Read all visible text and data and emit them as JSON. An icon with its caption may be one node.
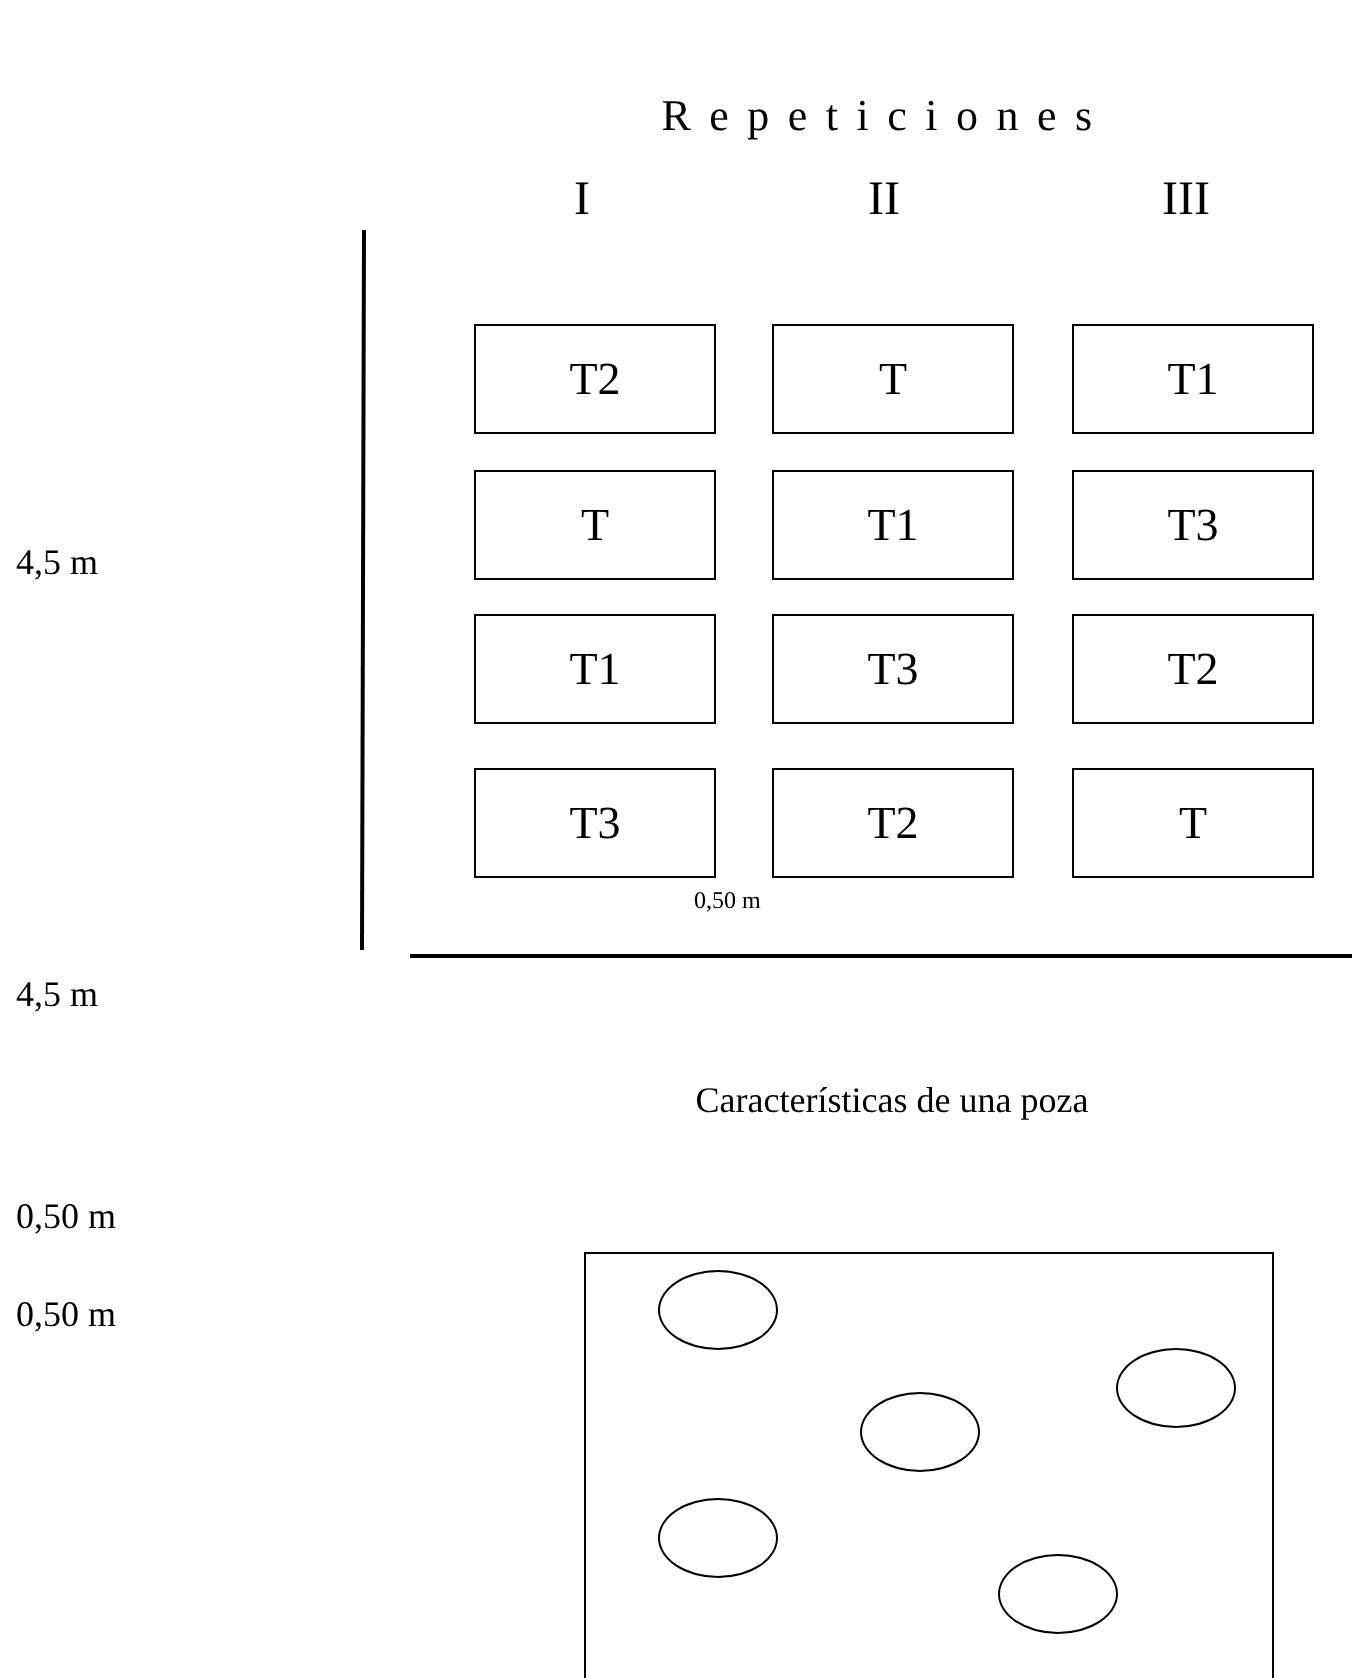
{
  "diagram": {
    "title": "Repeticiones",
    "nodes": [
      {
        "text": [
          "T2"
        ]
      },
      {
        "text": [
          "T"
        ]
      },
      {
        "text": [
          "T1"
        ]
      },
      {
        "text": [
          "T"
        ]
      },
      {
        "text": [
          "T1"
        ]
      },
      {
        "text": [
          "T3"
        ]
      },
      {
        "text": [
          "T1"
        ]
      },
      {
        "text": [
          "T3"
        ]
      },
      {
        "text": [
          "T2"
        ]
      },
      {
        "text": [
          "T3"
        ]
      },
      {
        "text": [
          "T2"
        ]
      },
      {
        "text": [
          "T"
        ]
      },
      {
        "text": [],
        "shape": "box"
      },
      {
        "text": [],
        "shape": "circle",
        "in": 12
      },
      {
        "text": [],
        "shape": "circle",
        "in": 12
      },
      {
        "text": [],
        "shape": "circle",
        "in": 12
      },
      {
        "text": [],
        "shape": "circle",
        "in": 12
      },
      {
        "text": [],
        "shape": "circle",
        "in": 12
      }
    ],
    "edges": [],
    "labels": [
      "I",
      "II",
      "III",
      "4,5 m",
      "0,50 m",
      "4,5 m",
      "Características de una poza",
      "0,50 m",
      "0,50 m"
    ]
  }
}
